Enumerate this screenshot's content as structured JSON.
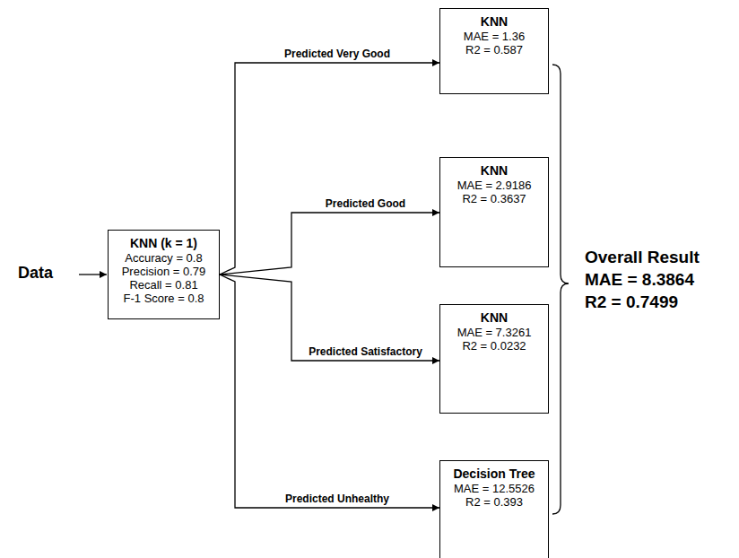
{
  "diagram": {
    "nodes": [
      {
        "text": [
          "KNN (k = 1)",
          "Accuracy = 0.8",
          "Precision = 0.79",
          "Recall = 0.81",
          "F-1 Score = 0.8"
        ]
      },
      {
        "text": [
          "KNN",
          "MAE = 1.36",
          "R2 = 0.587"
        ]
      },
      {
        "text": [
          "KNN",
          "MAE = 2.9186",
          "R2 = 0.3637"
        ]
      },
      {
        "text": [
          "KNN",
          "MAE = 7.3261",
          "R2 = 0.0232"
        ]
      },
      {
        "text": [
          "Decision Tree",
          "MAE = 12.5526",
          "R2 = 0.393"
        ]
      }
    ],
    "edges": [
      {
        "from": 0,
        "to": 1,
        "label": "Predicted Very Good",
        "arrow": "to"
      },
      {
        "from": 0,
        "to": 2,
        "label": "Predicted Good",
        "arrow": "to"
      },
      {
        "from": 0,
        "to": 3,
        "label": "Predicted Satisfactory",
        "arrow": "to"
      },
      {
        "from": 0,
        "to": 4,
        "label": "Predicted Unhealthy",
        "arrow": "to"
      }
    ],
    "labels": [
      "Data",
      "Overall Result",
      "MAE = 8.3864",
      "R2 = 0.7499"
    ]
  }
}
